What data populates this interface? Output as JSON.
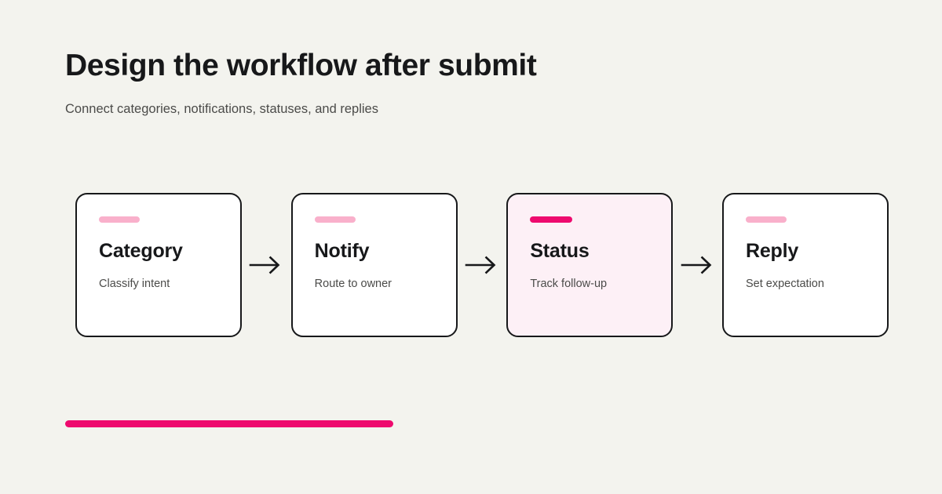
{
  "header": {
    "title": "Design the workflow after submit",
    "subtitle": "Connect categories, notifications, statuses, and replies"
  },
  "flow": {
    "arrow_icon": "arrow-right-icon",
    "steps": [
      {
        "title": "Category",
        "description": "Classify intent",
        "active": false,
        "accent_color": "#F9B0CB"
      },
      {
        "title": "Notify",
        "description": "Route to owner",
        "active": false,
        "accent_color": "#F9B0CB"
      },
      {
        "title": "Status",
        "description": "Track follow-up",
        "active": true,
        "accent_color": "#EE0A6E"
      },
      {
        "title": "Reply",
        "description": "Set expectation",
        "active": false,
        "accent_color": "#F9B0CB"
      }
    ]
  },
  "footer": {
    "progress_color": "#EE0A6E"
  },
  "theme": {
    "background": "#F3F3EE",
    "card_background": "#FFFFFF",
    "card_active_background": "#FDF0F6",
    "border": "#17181A",
    "text_primary": "#17181A",
    "text_secondary": "#4B4B49",
    "accent": "#EE0A6E",
    "accent_muted": "#F9B0CB"
  }
}
